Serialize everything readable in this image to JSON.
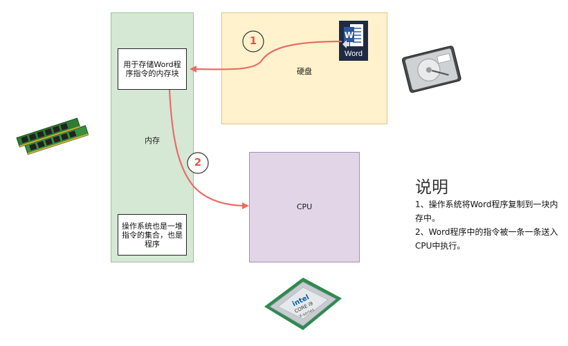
{
  "memory": {
    "label": "内存"
  },
  "disk": {
    "label": "硬盘"
  },
  "cpu": {
    "label": "CPU"
  },
  "blocks": {
    "word_block": "用于存储Word程序指令的内存块",
    "os_block": "操作系统也是一堆指令的集合，也是程序"
  },
  "word_icon": {
    "label": "Word",
    "icon": "word-app-icon"
  },
  "steps": {
    "step1": "1",
    "step2": "2"
  },
  "explain": {
    "title": "说明",
    "lines": [
      "1、操作系统将Word程序复制到一块内存中。",
      "2、Word程序中的指令被一条一条送入CPU中执行。"
    ]
  },
  "images": {
    "ram": "ram-sticks-icon",
    "hdd": "hard-disk-icon",
    "chip": "intel-core-i9-chip-icon",
    "chip_text": {
      "brand": "intel",
      "line1": "CORE i9",
      "line2": "X-series"
    }
  },
  "colors": {
    "memory": "#d5e8d4",
    "disk": "#fff2cc",
    "cpu": "#e1d5e7",
    "arrow": "#ea6b66"
  }
}
